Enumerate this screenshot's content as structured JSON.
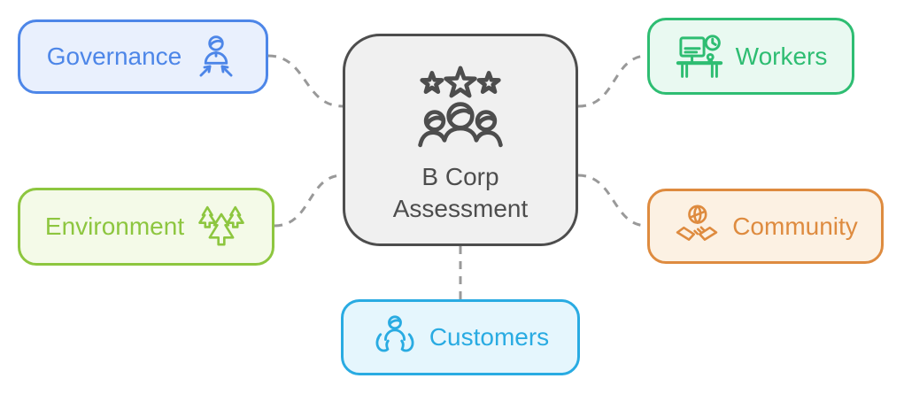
{
  "diagram": {
    "title": "B Corp Assessment mind map",
    "center": {
      "label_line1": "B Corp",
      "label_line2": "Assessment",
      "icon": "team-rating-stars-icon",
      "border_color": "#4D4D4D",
      "fill_color": "#F0F0F0",
      "text_color": "#4D4D4D"
    },
    "nodes": [
      {
        "id": "governance",
        "label": "Governance",
        "icon": "person-accountability-icon",
        "border_color": "#4D86E8",
        "fill_color": "#E9F0FD",
        "text_color": "#4D86E8",
        "position": "top-left"
      },
      {
        "id": "workers",
        "label": "Workers",
        "icon": "desk-computer-clock-icon",
        "border_color": "#2EBD72",
        "fill_color": "#E9F9F1",
        "text_color": "#2EBD72",
        "position": "top-right"
      },
      {
        "id": "environment",
        "label": "Environment",
        "icon": "pine-trees-icon",
        "border_color": "#8DC63F",
        "fill_color": "#F4FAE8",
        "text_color": "#8DC63F",
        "position": "middle-left"
      },
      {
        "id": "community",
        "label": "Community",
        "icon": "handshake-globe-icon",
        "border_color": "#DE8B3F",
        "fill_color": "#FCF1E3",
        "text_color": "#DE8B3F",
        "position": "middle-right"
      },
      {
        "id": "customers",
        "label": "Customers",
        "icon": "caring-hands-person-icon",
        "border_color": "#29ABE2",
        "fill_color": "#E5F6FD",
        "text_color": "#29ABE2",
        "position": "bottom-center"
      }
    ],
    "connector_color": "#999999",
    "background_color": "#FFFFFF"
  }
}
